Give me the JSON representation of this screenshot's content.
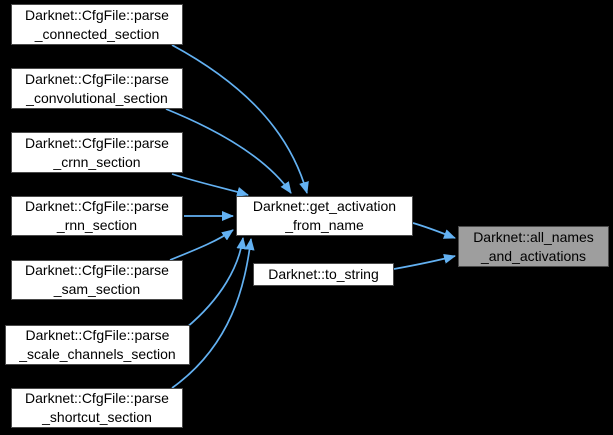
{
  "diagram": {
    "type": "call-graph",
    "colors": {
      "background": "#000000",
      "node_fill": "#ffffff",
      "node_border": "#4a4a4a",
      "highlight_fill": "#9e9e9e",
      "edge": "#63b1f2",
      "text": "#000000"
    },
    "nodes": [
      {
        "id": "parse-connected-section",
        "lines": [
          "Darknet::CfgFile::parse",
          "_connected_section"
        ]
      },
      {
        "id": "parse-convolutional-section",
        "lines": [
          "Darknet::CfgFile::parse",
          "_convolutional_section"
        ]
      },
      {
        "id": "parse-crnn-section",
        "lines": [
          "Darknet::CfgFile::parse",
          "_crnn_section"
        ]
      },
      {
        "id": "parse-rnn-section",
        "lines": [
          "Darknet::CfgFile::parse",
          "_rnn_section"
        ]
      },
      {
        "id": "parse-sam-section",
        "lines": [
          "Darknet::CfgFile::parse",
          "_sam_section"
        ]
      },
      {
        "id": "parse-scale-channels-section",
        "lines": [
          "Darknet::CfgFile::parse",
          "_scale_channels_section"
        ]
      },
      {
        "id": "parse-shortcut-section",
        "lines": [
          "Darknet::CfgFile::parse",
          "_shortcut_section"
        ]
      },
      {
        "id": "get-activation-from-name",
        "lines": [
          "Darknet::get_activation",
          "_from_name"
        ]
      },
      {
        "id": "to-string",
        "lines": [
          "Darknet::to_string"
        ]
      },
      {
        "id": "all-names-and-activations",
        "lines": [
          "Darknet::all_names",
          "_and_activations"
        ],
        "highlighted": true
      }
    ],
    "edges": [
      {
        "from": "Darknet::CfgFile::parse_connected_section",
        "to": "Darknet::get_activation_from_name"
      },
      {
        "from": "Darknet::CfgFile::parse_convolutional_section",
        "to": "Darknet::get_activation_from_name"
      },
      {
        "from": "Darknet::CfgFile::parse_crnn_section",
        "to": "Darknet::get_activation_from_name"
      },
      {
        "from": "Darknet::CfgFile::parse_rnn_section",
        "to": "Darknet::get_activation_from_name"
      },
      {
        "from": "Darknet::CfgFile::parse_sam_section",
        "to": "Darknet::get_activation_from_name"
      },
      {
        "from": "Darknet::CfgFile::parse_scale_channels_section",
        "to": "Darknet::get_activation_from_name"
      },
      {
        "from": "Darknet::CfgFile::parse_shortcut_section",
        "to": "Darknet::get_activation_from_name"
      },
      {
        "from": "Darknet::get_activation_from_name",
        "to": "Darknet::all_names_and_activations"
      },
      {
        "from": "Darknet::to_string",
        "to": "Darknet::all_names_and_activations"
      }
    ]
  }
}
